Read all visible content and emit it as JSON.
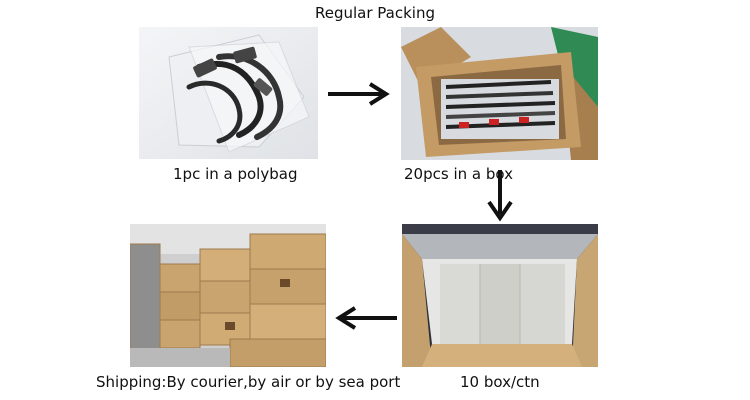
{
  "title": "Regular Packing",
  "steps": [
    {
      "caption": "1pc in a polybag",
      "photo_icon": "polybag-photo"
    },
    {
      "caption": "20pcs in a box",
      "photo_icon": "open-box-photo"
    },
    {
      "caption": "10 box/ctn",
      "photo_icon": "carton-interior-photo"
    },
    {
      "caption": "Shipping:By courier,by air or by sea port",
      "photo_icon": "warehouse-photo"
    }
  ],
  "colors": {
    "background": "#ffffff",
    "text": "#111111",
    "arrow": "#111111",
    "cardboard": "#c9a46f"
  }
}
